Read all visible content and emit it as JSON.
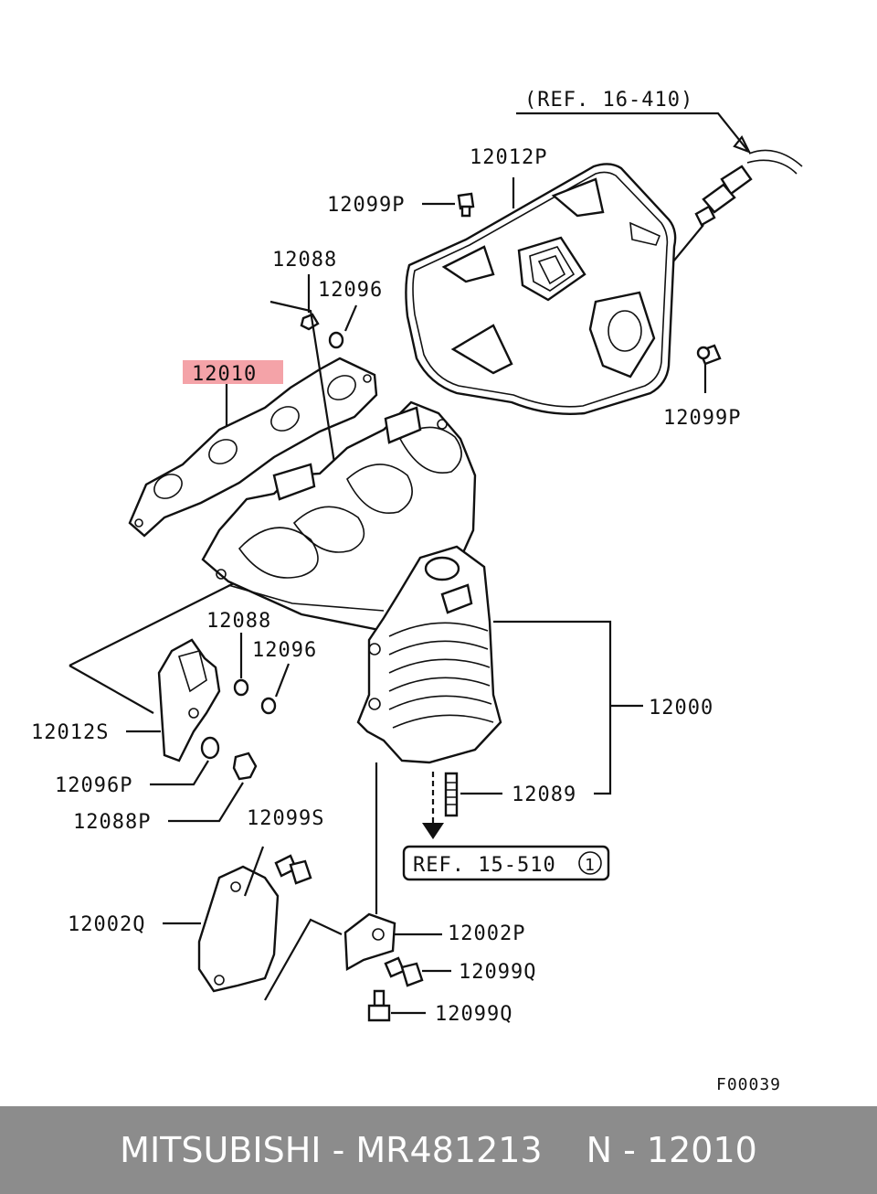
{
  "labels": {
    "ref_top": "(REF. 16-410)",
    "p12012P": "12012P",
    "p12099P_top": "12099P",
    "p12088_top": "12088",
    "p12096_top": "12096",
    "p12010": "12010",
    "p12099P_right": "12099P",
    "p12088_mid": "12088",
    "p12096_mid": "12096",
    "p12000": "12000",
    "p12012S": "12012S",
    "p12096P": "12096P",
    "p12088P": "12088P",
    "p12089": "12089",
    "ref_bottom": "REF. 15-510",
    "ref_bottom_circle": "1",
    "p12099S": "12099S",
    "p12002Q": "12002Q",
    "p12002P": "12002P",
    "p12099Q_a": "12099Q",
    "p12099Q_b": "12099Q",
    "figure_code": "F00039"
  },
  "highlight_color": "#f4a3a8",
  "footer": {
    "brand": "MITSUBISHI - MR481213",
    "code": "N - 12010"
  }
}
